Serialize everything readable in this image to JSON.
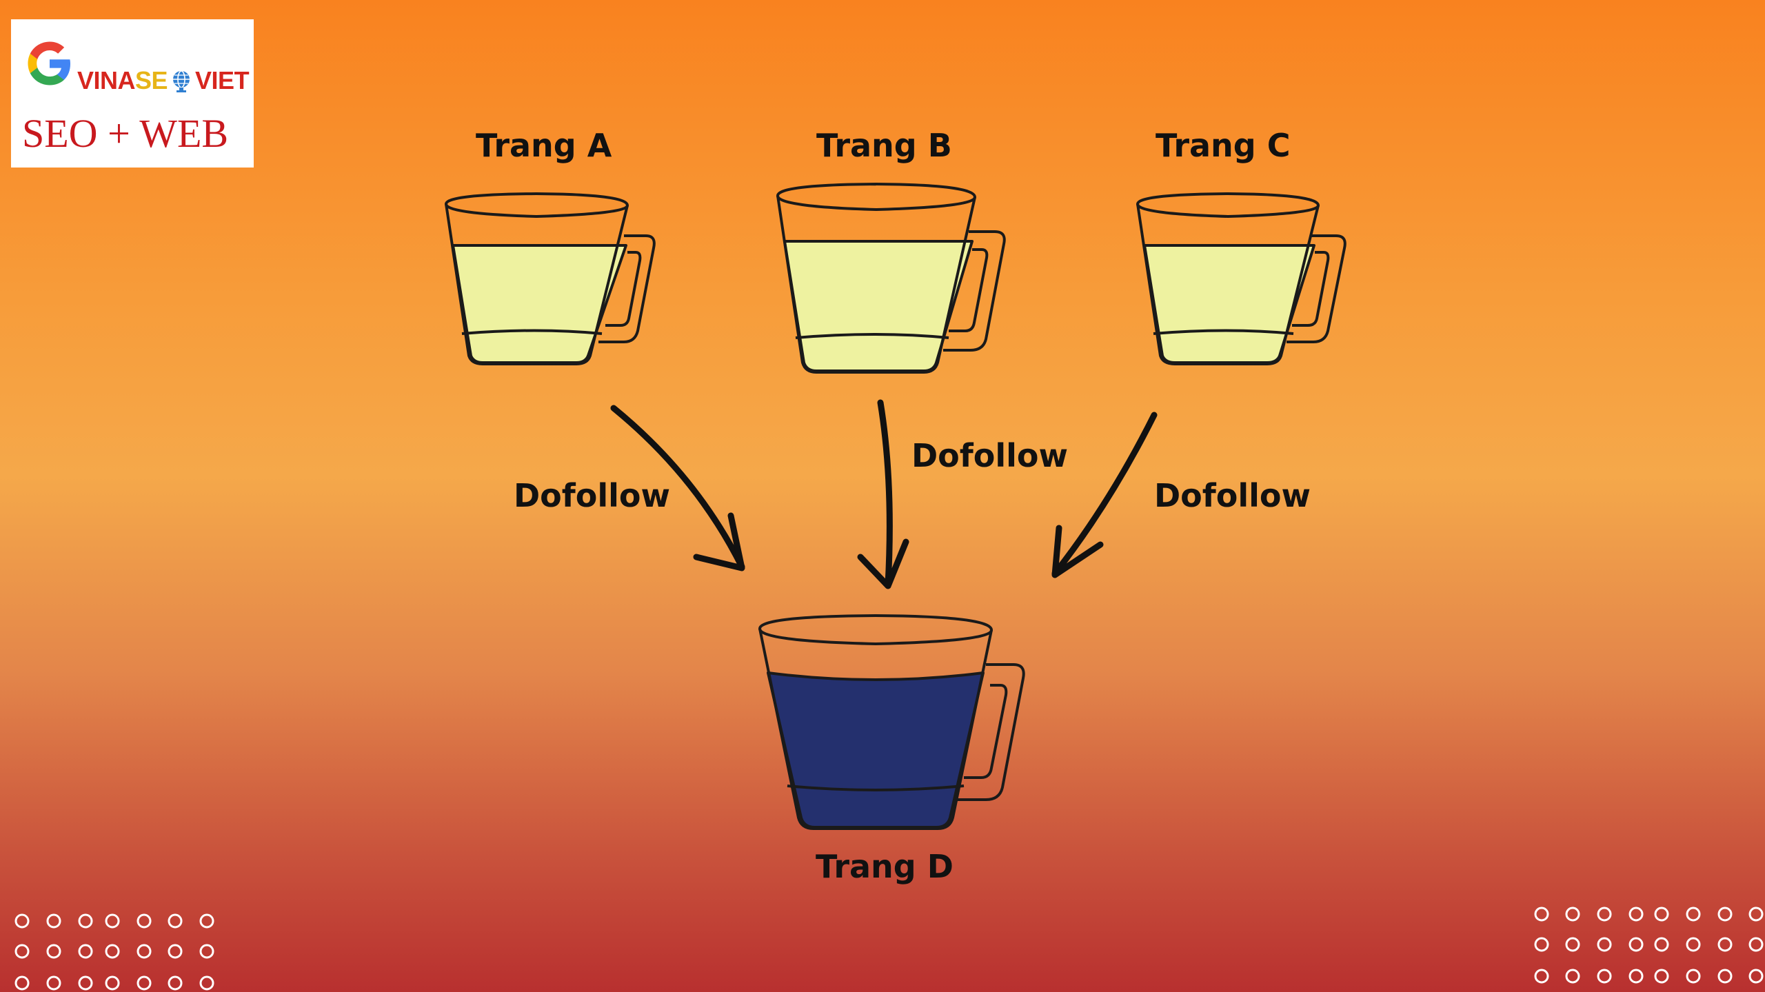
{
  "logo": {
    "brand_part1": "VINA",
    "brand_part2": "SE",
    "brand_part3": "VIET",
    "tagline": "SEO + WEB"
  },
  "pages": {
    "a": "Trang A",
    "b": "Trang B",
    "c": "Trang C",
    "d": "Trang D"
  },
  "links": {
    "a_to_d": "Dofollow",
    "b_to_d": "Dofollow",
    "c_to_d": "Dofollow"
  },
  "colors": {
    "source_liquid": "#eef2a0",
    "target_liquid": "#24306e",
    "cup_outline": "#1a1a1a"
  }
}
